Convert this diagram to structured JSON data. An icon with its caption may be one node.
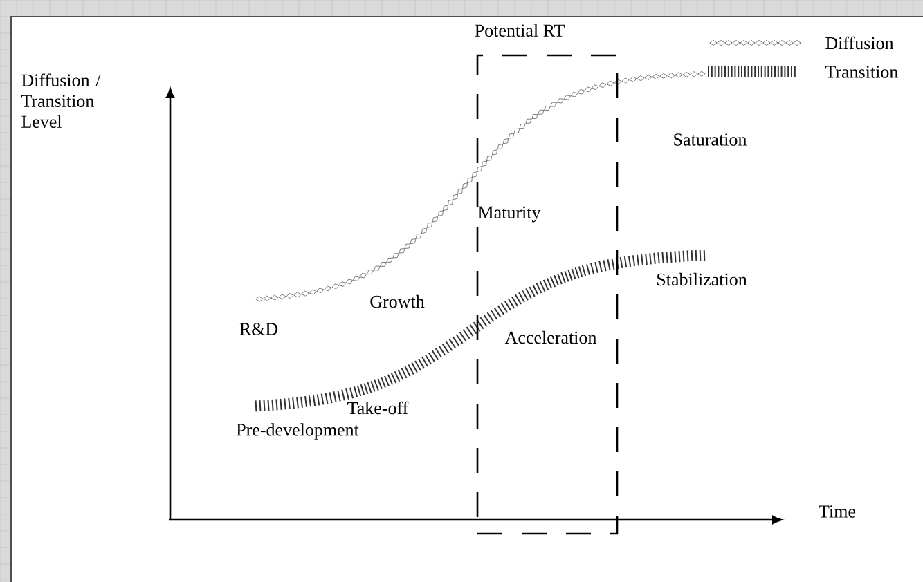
{
  "diagram": {
    "nodes": [
      {
        "text": [
          "Potential RT"
        ]
      }
    ],
    "edges": [],
    "labels": [
      "Diffusion / Transition Level",
      "Saturation",
      "Maturity",
      "Stabilization",
      "Growth",
      "R&D",
      "Acceleration",
      "Take-off",
      "Pre-development",
      "Time"
    ],
    "legend": [
      {
        "text": "Diffusion"
      },
      {
        "text": "Transition"
      }
    ]
  }
}
